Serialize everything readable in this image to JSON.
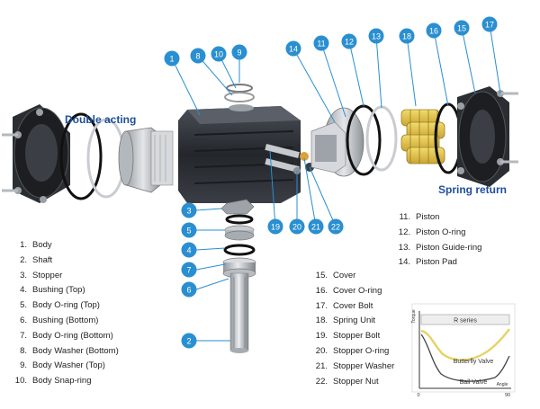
{
  "labels": {
    "double_acting": "Double acting",
    "spring_return": "Spring return"
  },
  "colors": {
    "callout": "#2a8fd0",
    "heading": "#1f4e9a",
    "body_metal": "#2b2e33",
    "aluminium": "#c8cbcf",
    "spring": "#e8c84a",
    "oring": "#111111",
    "curve": "#e6d36a"
  },
  "parts": [
    {
      "num": "1.",
      "name": "Body"
    },
    {
      "num": "2.",
      "name": "Shaft"
    },
    {
      "num": "3.",
      "name": "Stopper"
    },
    {
      "num": "4.",
      "name": "Bushing (Top)"
    },
    {
      "num": "5.",
      "name": "Body O-ring (Top)"
    },
    {
      "num": "6.",
      "name": "Bushing (Bottom)"
    },
    {
      "num": "7.",
      "name": "Body O-ring (Bottom)"
    },
    {
      "num": "8.",
      "name": "Body Washer (Bottom)"
    },
    {
      "num": "9.",
      "name": "Body Washer (Top)"
    },
    {
      "num": "10.",
      "name": "Body Snap-ring"
    },
    {
      "num": "11.",
      "name": "Piston"
    },
    {
      "num": "12.",
      "name": "Piston O-ring"
    },
    {
      "num": "13.",
      "name": "Piston Guide-ring"
    },
    {
      "num": "14.",
      "name": "Piston Pad"
    },
    {
      "num": "15.",
      "name": "Cover"
    },
    {
      "num": "16.",
      "name": "Cover O-ring"
    },
    {
      "num": "17.",
      "name": "Cover Bolt"
    },
    {
      "num": "18.",
      "name": "Spring Unit"
    },
    {
      "num": "19.",
      "name": "Stopper Bolt"
    },
    {
      "num": "20.",
      "name": "Stopper O-ring"
    },
    {
      "num": "21.",
      "name": "Stopper Washer"
    },
    {
      "num": "22.",
      "name": "Stopper Nut"
    }
  ],
  "callouts": [
    "1",
    "2",
    "3",
    "4",
    "5",
    "6",
    "7",
    "8",
    "9",
    "10",
    "11",
    "12",
    "13",
    "14",
    "15",
    "16",
    "17",
    "18",
    "19",
    "20",
    "21",
    "22"
  ],
  "inset": {
    "series_title": "R series",
    "y_label": "Torque",
    "x_label": "Angle",
    "x_start": "0",
    "x_end": "90",
    "curve1_label": "Butterfly Valve",
    "curve2_label": "Ball Valve"
  }
}
